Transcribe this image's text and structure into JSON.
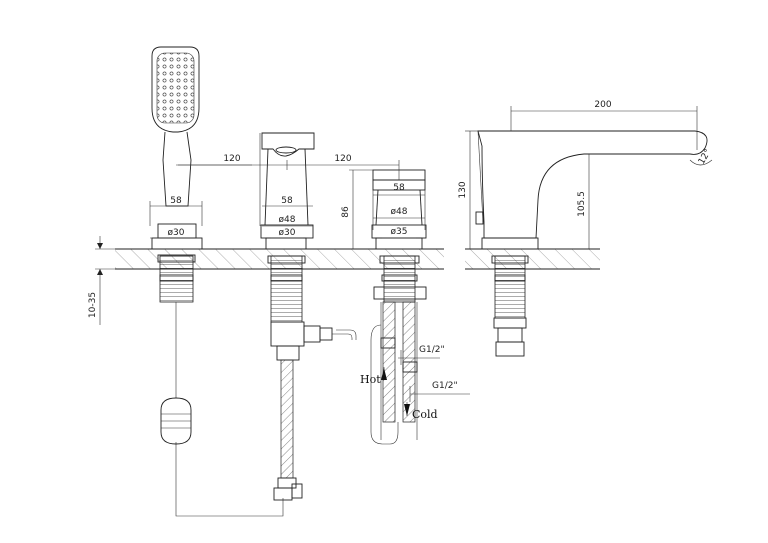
{
  "drawing": {
    "dimensions": {
      "spacing_left": "120",
      "spacing_right": "120",
      "shower_base_width": "58",
      "shower_base_dia": "ø30",
      "spout_top_width": "58",
      "spout_base_dia_outer": "ø48",
      "spout_base_dia_inner": "ø30",
      "spout_height": "86",
      "handle_width": "58",
      "handle_base_dia_outer": "ø48",
      "handle_base_dia_inner": "ø35",
      "deck_thickness": "10-35",
      "side_reach": "200",
      "side_height_total": "130",
      "side_height_spout": "105.5",
      "side_angle": "12°"
    },
    "connections": {
      "thread_upper": "G1/2\"",
      "thread_lower": "G1/2\""
    },
    "labels": {
      "hot": "Hot",
      "cold": "Cold"
    }
  }
}
